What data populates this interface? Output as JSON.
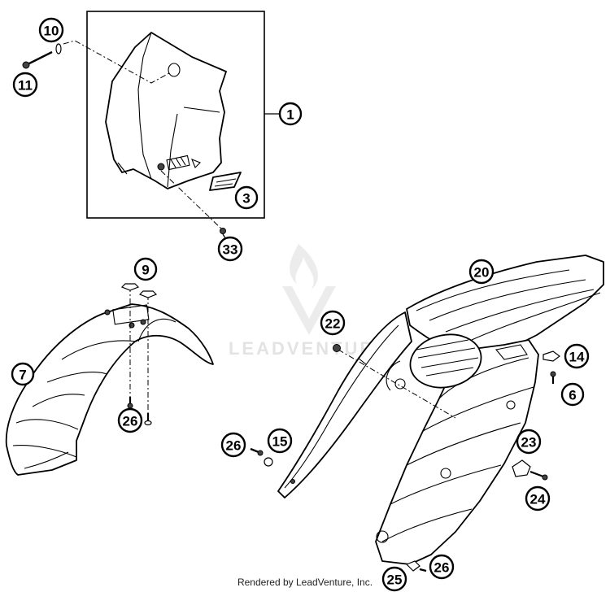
{
  "footer": {
    "text": "Rendered by LeadVenture, Inc."
  },
  "watermark": {
    "text": "LEADVENTURE"
  },
  "callouts": [
    {
      "id": "c1",
      "label": "1"
    },
    {
      "id": "c3",
      "label": "3"
    },
    {
      "id": "c6",
      "label": "6"
    },
    {
      "id": "c7",
      "label": "7"
    },
    {
      "id": "c9",
      "label": "9"
    },
    {
      "id": "c10",
      "label": "10"
    },
    {
      "id": "c11",
      "label": "11"
    },
    {
      "id": "c14",
      "label": "14"
    },
    {
      "id": "c15",
      "label": "15"
    },
    {
      "id": "c20",
      "label": "20"
    },
    {
      "id": "c22",
      "label": "22"
    },
    {
      "id": "c23",
      "label": "23"
    },
    {
      "id": "c24",
      "label": "24"
    },
    {
      "id": "c25",
      "label": "25"
    },
    {
      "id": "c26a",
      "label": "26"
    },
    {
      "id": "c26b",
      "label": "26"
    },
    {
      "id": "c26c",
      "label": "26"
    },
    {
      "id": "c33",
      "label": "33"
    }
  ]
}
